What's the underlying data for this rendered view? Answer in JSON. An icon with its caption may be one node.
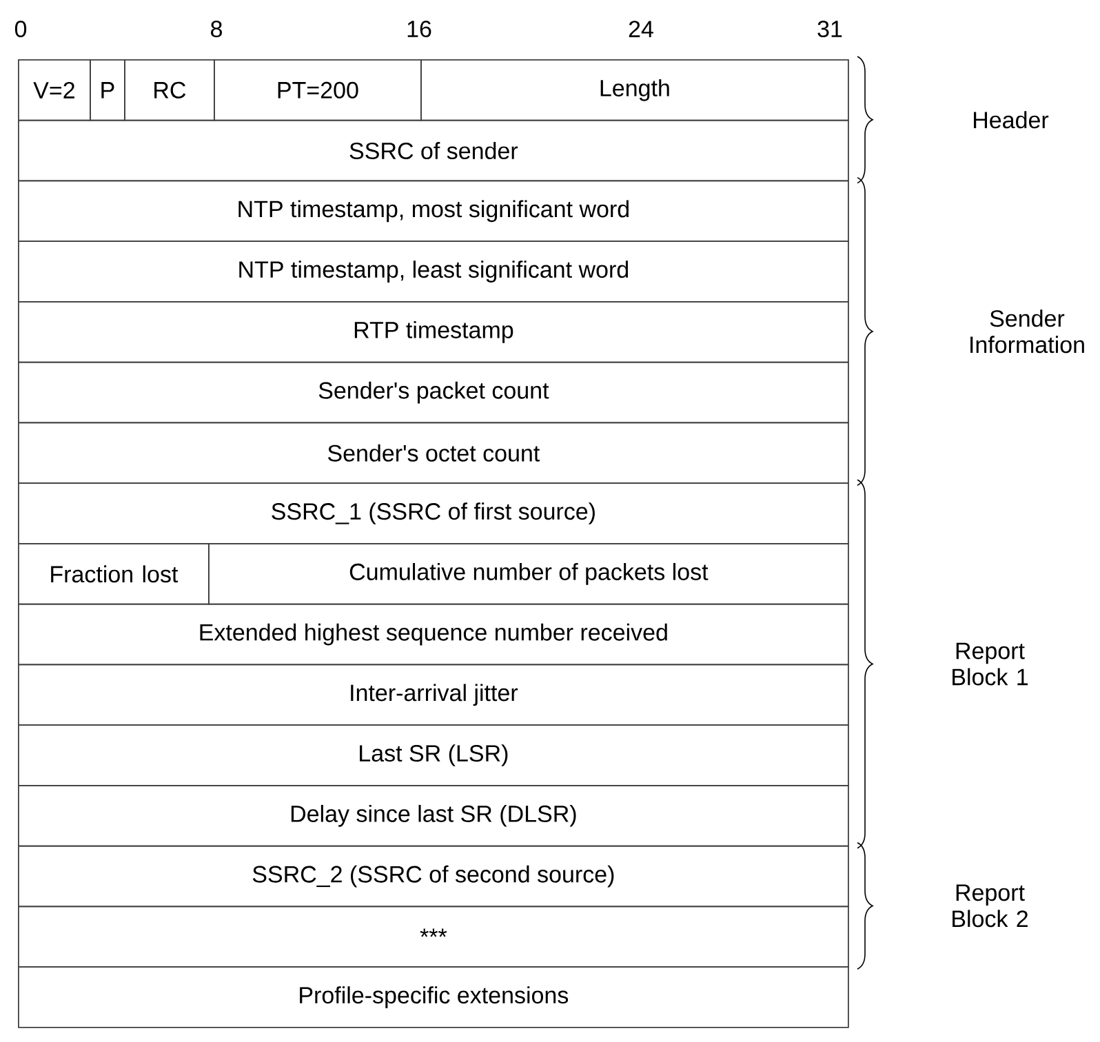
{
  "diagram": {
    "nodes": [
      {
        "text": [
          "V=2"
        ]
      },
      {
        "text": [
          "P"
        ]
      },
      {
        "text": [
          "RC"
        ]
      },
      {
        "text": [
          "PT=200"
        ]
      },
      {
        "text": [
          "Length"
        ]
      },
      {
        "text": [
          "SSRC of sender"
        ]
      },
      {
        "text": [
          "NTP timestamp, most significant word"
        ]
      },
      {
        "text": [
          "NTP timestamp, least significant word"
        ]
      },
      {
        "text": [
          "RTP timestamp"
        ]
      },
      {
        "text": [
          "Sender's packet count"
        ]
      },
      {
        "text": [
          "Sender's octet count"
        ]
      },
      {
        "text": [
          "SSRC_1 (SSRC of first source)"
        ]
      },
      {
        "text": [
          "Fraction lost"
        ]
      },
      {
        "text": [
          "Cumulative number of packets lost"
        ]
      },
      {
        "text": [
          "Extended highest sequence number received"
        ]
      },
      {
        "text": [
          "Inter-arrival jitter"
        ]
      },
      {
        "text": [
          "Last SR (LSR)"
        ]
      },
      {
        "text": [
          "Delay since last SR (DLSR)"
        ]
      },
      {
        "text": [
          "SSRC_2 (SSRC of second source)"
        ]
      },
      {
        "text": [
          "***"
        ]
      },
      {
        "text": [
          "Profile-specific extensions"
        ]
      }
    ],
    "labels": [
      "0",
      "8",
      "16",
      "24",
      "31",
      "Header",
      "Sender Information",
      "Report Block 1",
      "Report Block 2"
    ]
  }
}
